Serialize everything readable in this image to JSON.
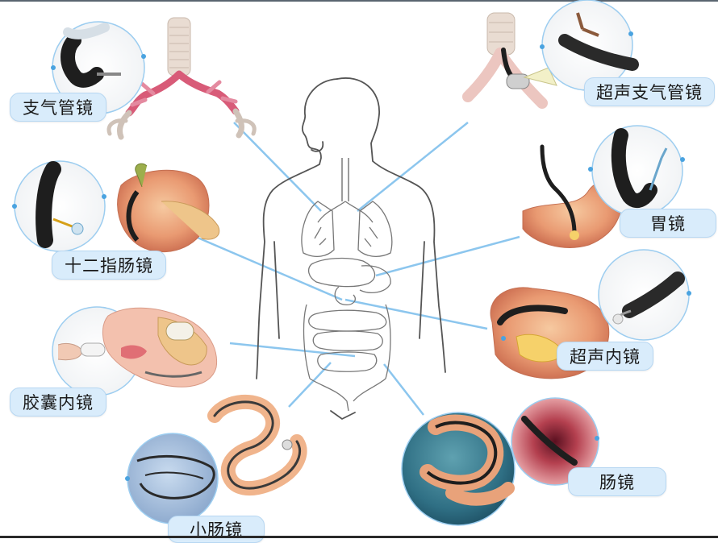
{
  "diagram": {
    "labels": [
      {
        "id": "bronchoscope",
        "text": "支气管镜"
      },
      {
        "id": "duodenoscope",
        "text": "十二指肠镜"
      },
      {
        "id": "capsule-endoscope",
        "text": "胶囊内镜"
      },
      {
        "id": "small-intestine-scope",
        "text": "小肠镜"
      },
      {
        "id": "colonoscope",
        "text": "肠镜"
      },
      {
        "id": "endoscopic-ultrasound",
        "text": "超声内镜"
      },
      {
        "id": "gastroscope",
        "text": "胃镜"
      },
      {
        "id": "ebus-bronchoscope",
        "text": "超声支气管镜"
      }
    ],
    "colors": {
      "connector": "#8cc6ee",
      "label_bg": "#d9ecfb",
      "circle_ring": "#9ccdf0",
      "body_outline": "#555555",
      "tissue_pink": "#e8868f",
      "stomach": "#e7a08a",
      "scope_black": "#1e1e1e"
    }
  }
}
